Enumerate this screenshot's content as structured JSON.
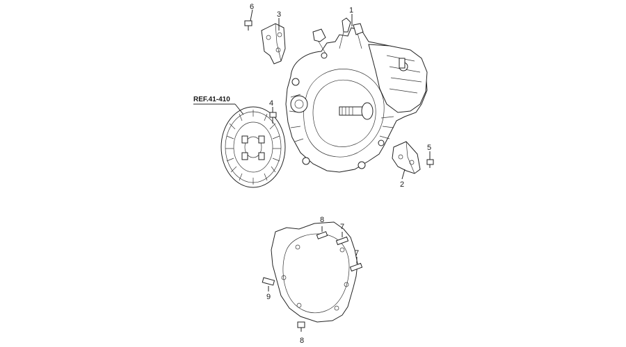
{
  "diagram": {
    "ref_label": "REF.41-410",
    "callouts": [
      "1",
      "2",
      "3",
      "4",
      "5",
      "6",
      "7",
      "7",
      "8",
      "8",
      "9"
    ]
  },
  "colors": {
    "line": "#222222",
    "background": "#ffffff"
  }
}
